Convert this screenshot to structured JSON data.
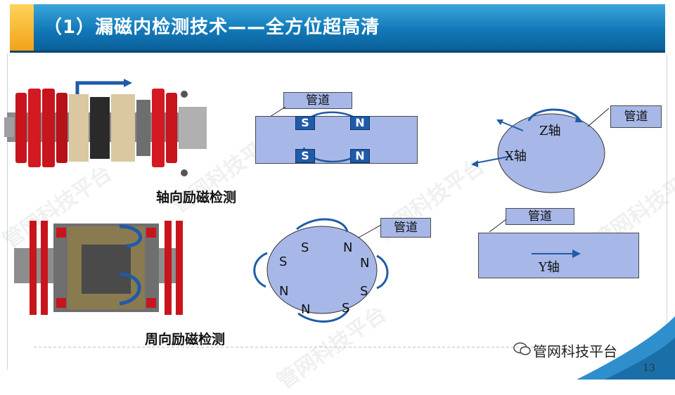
{
  "header": {
    "title": "（1）漏磁内检测技术——全方位超高清"
  },
  "captions": {
    "axial": "轴向励磁检测",
    "circumferential": "周向励磁检测"
  },
  "labels": {
    "pipe": "管道"
  },
  "magnets": {
    "s": "S",
    "n": "N"
  },
  "axes": {
    "z": "Z轴",
    "x": "X轴",
    "y": "Y轴"
  },
  "circle_poles": [
    "S",
    "N",
    "S",
    "N",
    "N",
    "S",
    "N",
    "S"
  ],
  "footer": {
    "brand": "管网科技平台",
    "page": "13"
  },
  "watermark": {
    "text": "管网科技平台"
  },
  "colors": {
    "header": "#1279b9",
    "accent": "#f3a21a",
    "shape_fill": "#a7b8e8",
    "arrow": "#1f5ba8"
  }
}
